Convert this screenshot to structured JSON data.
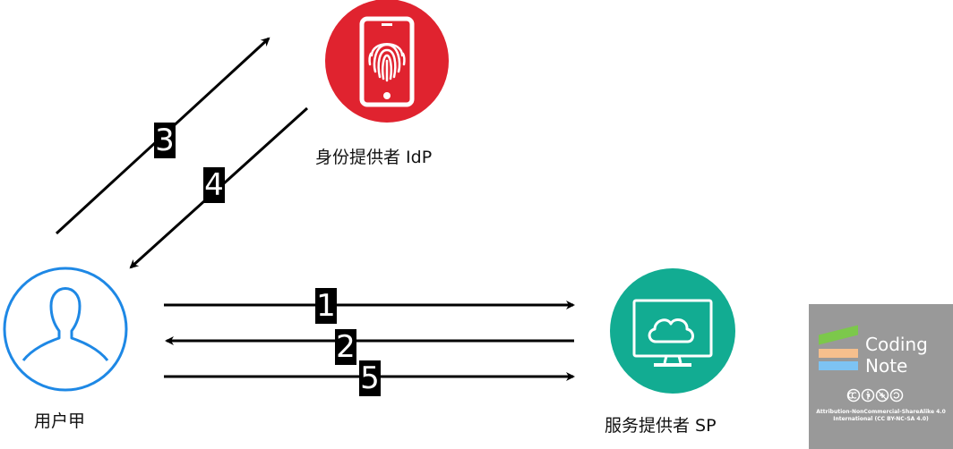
{
  "nodes": {
    "idp": {
      "label": "身份提供者 IdP"
    },
    "user": {
      "label": "用户甲"
    },
    "sp": {
      "label": "服务提供者 SP"
    }
  },
  "steps": {
    "s1": "1",
    "s2": "2",
    "s3": "3",
    "s4": "4",
    "s5": "5"
  },
  "logo": {
    "line1": "Coding",
    "line2": "Note",
    "license_line1": "Attribution-NonCommercial-ShareAlike 4.0",
    "license_line2": "International (CC BY-NC-SA 4.0)"
  },
  "colors": {
    "idp": "#e0232f",
    "user": "#1e88e5",
    "sp": "#12ac92",
    "arrow": "#000000",
    "logo_bg": "#999999"
  },
  "icons": {
    "idp": "fingerprint-phone-icon",
    "user": "user-avatar-icon",
    "sp": "cloud-monitor-icon"
  }
}
